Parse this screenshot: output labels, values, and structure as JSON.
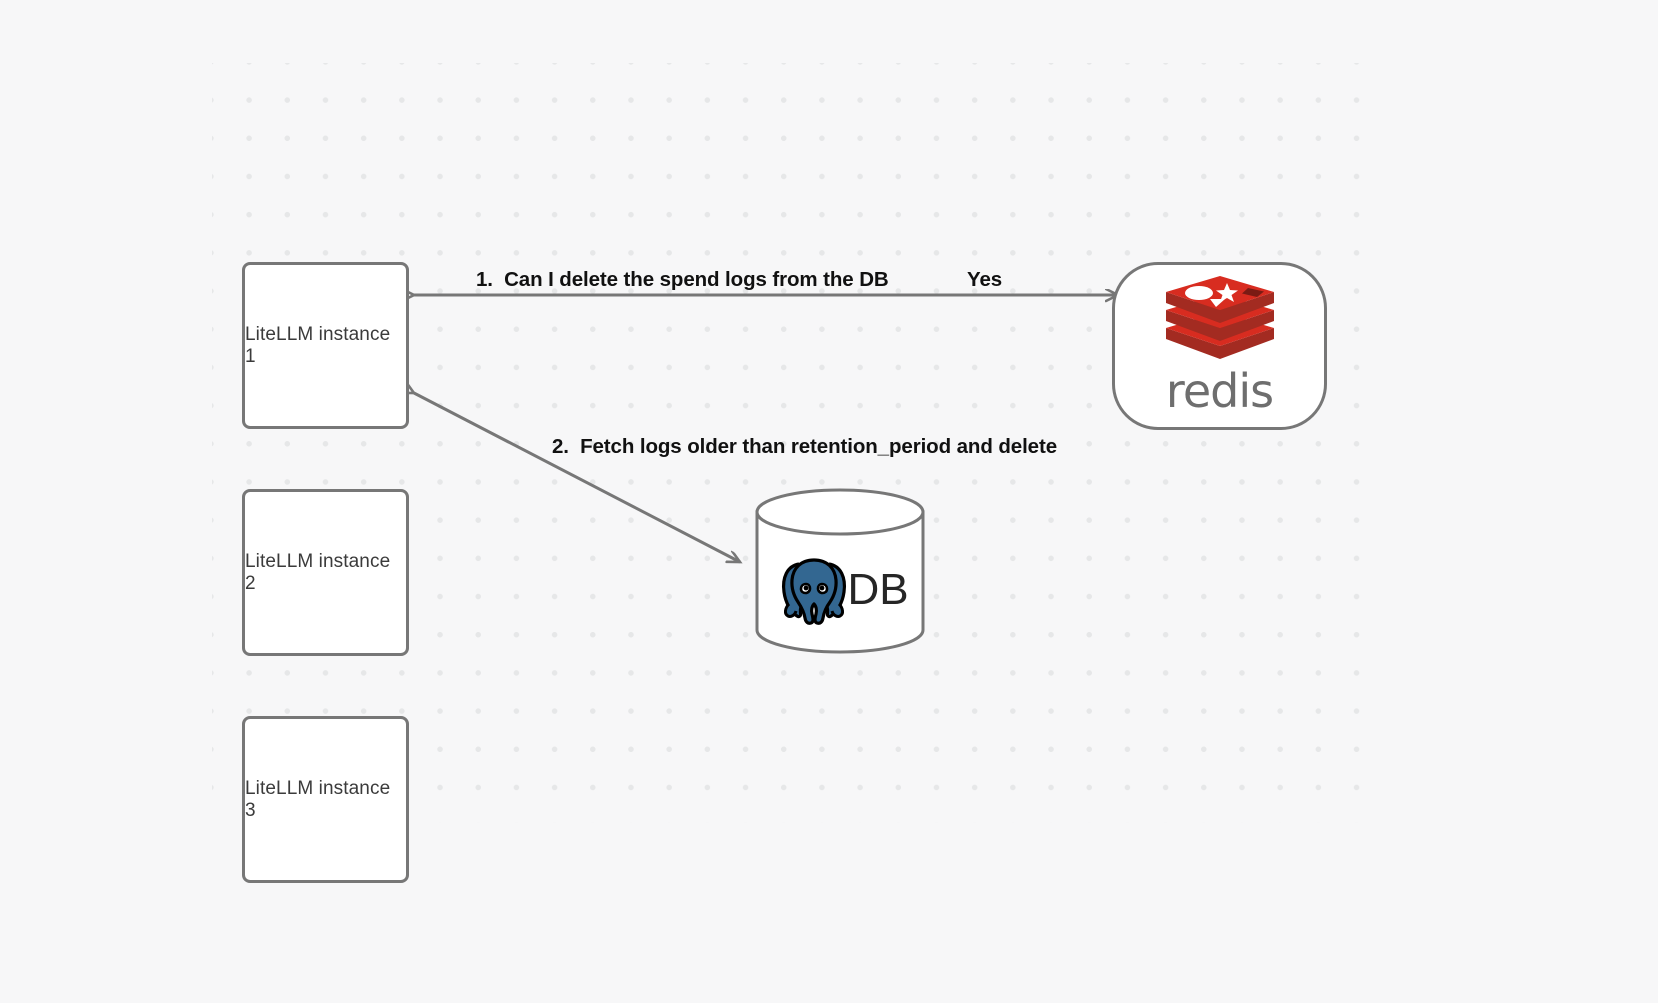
{
  "canvas": {
    "background_color": "#f7f7f8",
    "grid": "dot-grid",
    "grid_dot_color": "#e6e7e8"
  },
  "nodes": [
    {
      "id": "litellm-1",
      "label": "LiteLLM instance 1",
      "shape": "rounded-rect",
      "fill": "#ffffff",
      "stroke": "#777777"
    },
    {
      "id": "litellm-2",
      "label": "LiteLLM instance 2",
      "shape": "rounded-rect",
      "fill": "#ffffff",
      "stroke": "#777777"
    },
    {
      "id": "litellm-3",
      "label": "LiteLLM instance 3",
      "shape": "rounded-rect",
      "fill": "#ffffff",
      "stroke": "#777777"
    },
    {
      "id": "redis",
      "label": "redis",
      "shape": "stadium",
      "logo": "redis-logo",
      "logo_color": "#d82c20",
      "wordmark_color": "#6b6b6b"
    },
    {
      "id": "database",
      "label": "DB",
      "shape": "cylinder",
      "logo": "postgresql-elephant-logo",
      "logo_color": "#336791"
    }
  ],
  "edges": [
    {
      "id": "edge-1",
      "from": "litellm-1",
      "to": "redis",
      "label": "1.  Can I delete the spend logs from the DB",
      "reply_label": "Yes",
      "direction": "bidirectional",
      "stroke": "#777777"
    },
    {
      "id": "edge-2",
      "from": "litellm-1",
      "to": "database",
      "label": "2.  Fetch logs older than retention_period and delete",
      "direction": "bidirectional",
      "stroke": "#777777"
    }
  ],
  "labels": {
    "step1": "1.  Can I delete the spend logs from the DB",
    "step1_reply": "Yes",
    "step2": "2.  Fetch logs older than retention_period and delete",
    "redis_wordmark": "redis",
    "db_text": "DB",
    "instance1": "LiteLLM instance 1",
    "instance2": "LiteLLM instance 2",
    "instance3": "LiteLLM instance 3"
  }
}
